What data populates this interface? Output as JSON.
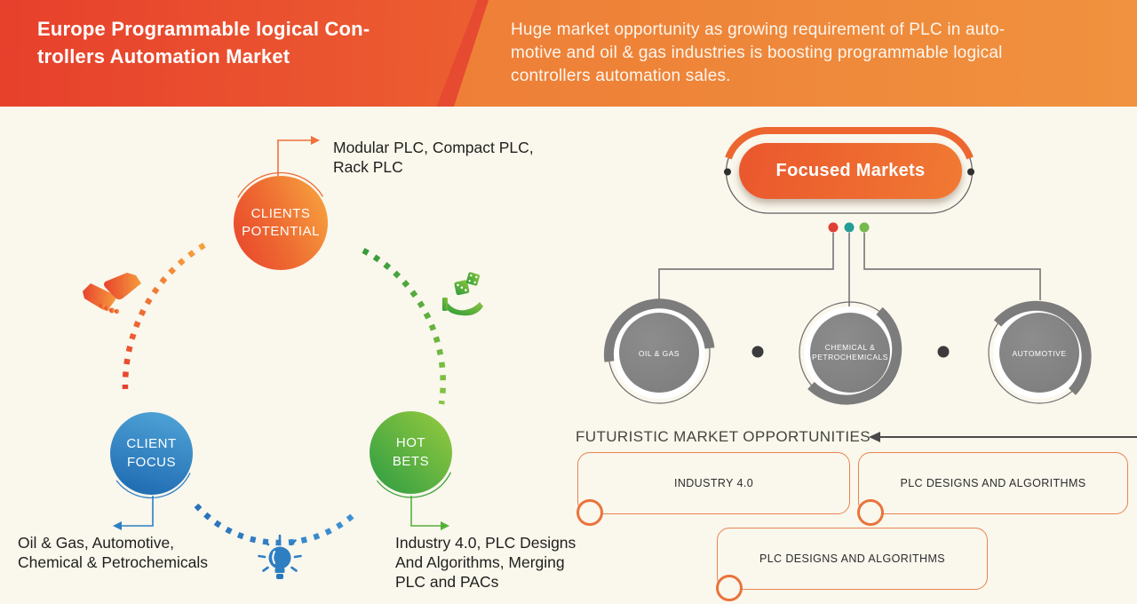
{
  "palette": {
    "background": "#faf7ed",
    "header_red": "#e7402c",
    "header_orange": "#f0923f",
    "stripe_red": "#e64a30",
    "accent_orange": "#ed6630",
    "accent_blue": "#2e7fc2",
    "accent_green": "#56b13b",
    "gray_circle": "#828282",
    "dark_text": "#1f1f1d"
  },
  "header": {
    "title_lines": [
      "Europe Programmable logical Con-",
      "trollers Automation Market"
    ],
    "description_lines": [
      "Huge market opportunity as growing requirement of PLC in auto-",
      "motive and oil & gas industries is boosting programmable logical",
      "controllers automation sales."
    ]
  },
  "strategy": {
    "clients_potential": {
      "label_lines": [
        "CLIENTS",
        "POTENTIAL"
      ],
      "annotation_lines": [
        "Modular PLC, Compact PLC,",
        "Rack PLC"
      ]
    },
    "client_focus": {
      "label_lines": [
        "CLIENT",
        "FOCUS"
      ],
      "annotation_lines": [
        "Oil & Gas, Automotive,",
        "Chemical & Petrochemicals"
      ]
    },
    "hot_bets": {
      "label_lines": [
        "HOT",
        "BETS"
      ],
      "annotation_lines": [
        "Industry 4.0, PLC Designs",
        "And Algorithms, Merging",
        "PLC and PACs"
      ]
    },
    "icons": [
      "handshake-icon",
      "hand-dice-icon",
      "lightbulb-icon"
    ]
  },
  "focused_markets": {
    "title": "Focused Markets",
    "dot_colors": [
      "#df4034",
      "#229e97",
      "#74b94c"
    ],
    "markets": [
      {
        "label_lines": [
          "OIL & GAS",
          ""
        ]
      },
      {
        "label_lines": [
          "CHEMICAL &",
          "PETROCHEMICALS"
        ]
      },
      {
        "label_lines": [
          "AUTOMOTIVE",
          ""
        ]
      }
    ]
  },
  "futuristic": {
    "heading": "FUTURISTIC MARKET OPPORTUNITIES",
    "boxes": [
      "INDUSTRY 4.0",
      "PLC DESIGNS AND ALGORITHMS",
      "PLC DESIGNS AND ALGORITHMS"
    ]
  }
}
